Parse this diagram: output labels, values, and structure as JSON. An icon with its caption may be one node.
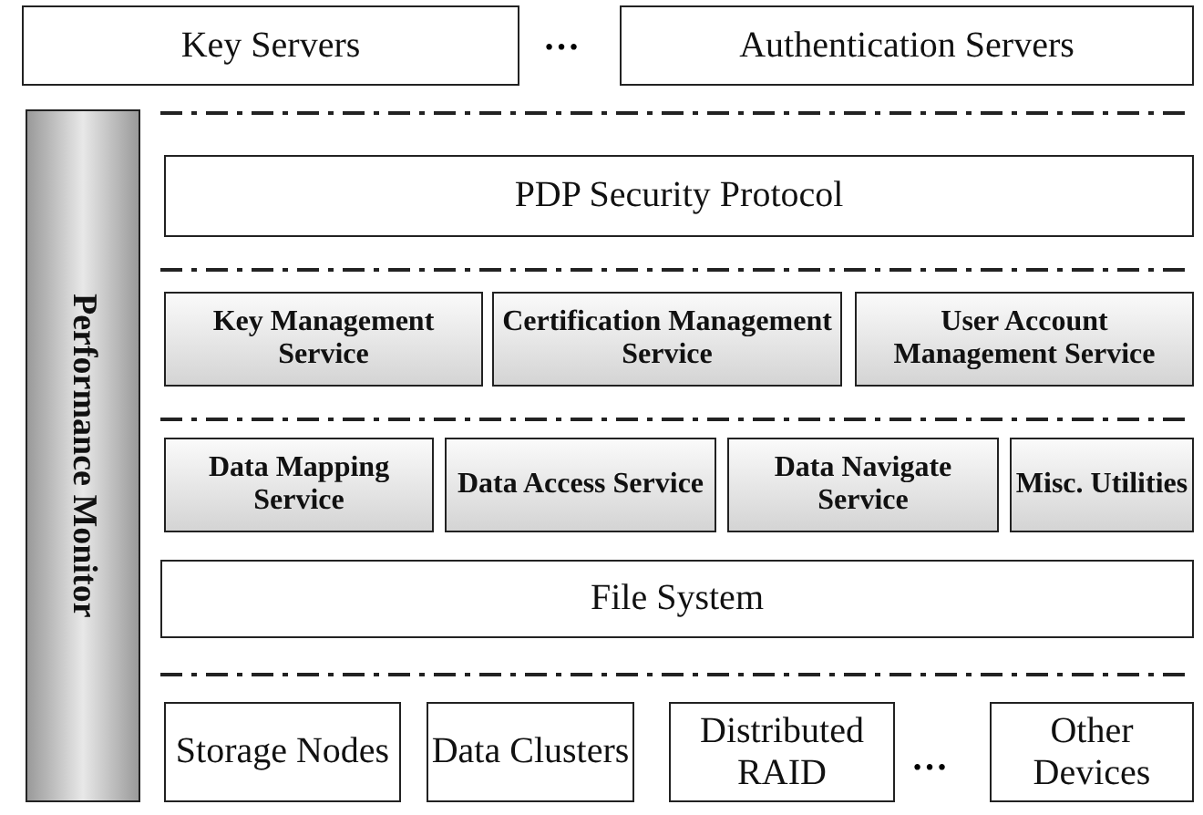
{
  "diagram": {
    "nodes": [
      {
        "text": [
          "Key Servers"
        ]
      },
      {
        "text": [
          "Authentication Servers"
        ]
      },
      {
        "text": [
          "Performance Monitor"
        ]
      },
      {
        "text": [
          "PDP Security Protocol"
        ]
      },
      {
        "text": [
          "Key Management Service"
        ]
      },
      {
        "text": [
          "Certification Management Service"
        ]
      },
      {
        "text": [
          "User Account Management Service"
        ]
      },
      {
        "text": [
          "Data Mapping Service"
        ]
      },
      {
        "text": [
          "Data Access Service"
        ]
      },
      {
        "text": [
          "Data Navigate Service"
        ]
      },
      {
        "text": [
          "Misc. Utilities"
        ]
      },
      {
        "text": [
          "File System"
        ]
      },
      {
        "text": [
          "Storage Nodes"
        ]
      },
      {
        "text": [
          "Data Clusters"
        ]
      },
      {
        "text": [
          "Distributed RAID"
        ]
      },
      {
        "text": [
          "Other Devices"
        ]
      }
    ],
    "edges": [],
    "labels": [
      "…",
      "…"
    ]
  }
}
